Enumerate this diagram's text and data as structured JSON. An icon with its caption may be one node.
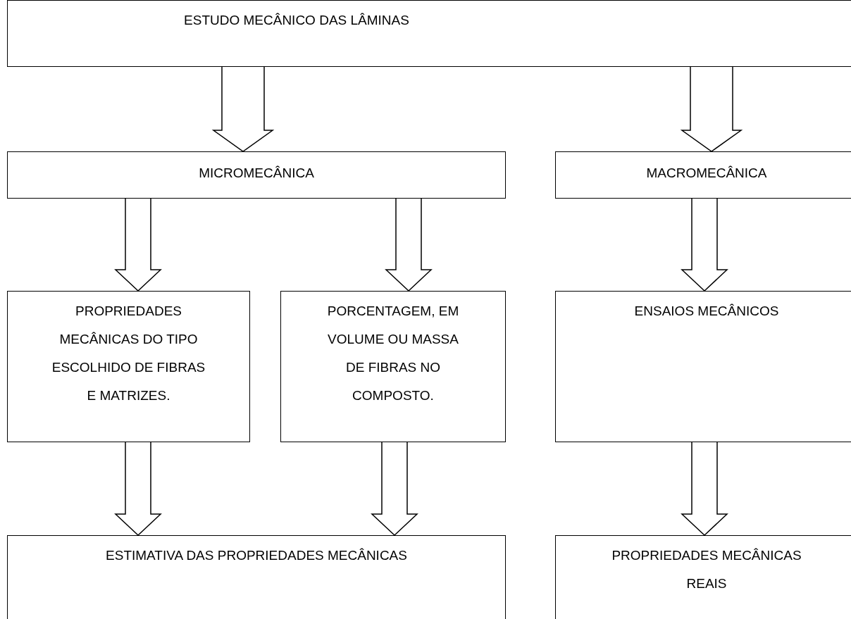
{
  "diagram": {
    "nodes": [
      {
        "text": [
          "ESTUDO MECÂNICO DAS LÂMINAS"
        ]
      },
      {
        "text": [
          "MICROMECÂNICA"
        ]
      },
      {
        "text": [
          "MACROMECÂNICA"
        ]
      },
      {
        "text": [
          "PROPRIEDADES MECÂNICAS DO TIPO ESCOLHIDO DE FIBRAS E MATRIZES."
        ]
      },
      {
        "text": [
          "PORCENTAGEM, EM VOLUME OU MASSA DE FIBRAS NO COMPOSTO."
        ]
      },
      {
        "text": [
          "ENSAIOS MECÂNICOS"
        ]
      },
      {
        "text": [
          "ESTIMATIVA DAS PROPRIEDADES MECÂNICAS"
        ]
      },
      {
        "text": [
          "PROPRIEDADES MECÂNICAS REAIS"
        ]
      }
    ],
    "edges": [
      {
        "from": 0,
        "to": 1,
        "arrow": "to"
      },
      {
        "from": 0,
        "to": 2,
        "arrow": "to"
      },
      {
        "from": 1,
        "to": 3,
        "arrow": "to"
      },
      {
        "from": 1,
        "to": 4,
        "arrow": "to"
      },
      {
        "from": 2,
        "to": 5,
        "arrow": "to"
      },
      {
        "from": 3,
        "to": 6,
        "arrow": "to"
      },
      {
        "from": 4,
        "to": 6,
        "arrow": "to"
      },
      {
        "from": 5,
        "to": 7,
        "arrow": "to"
      }
    ]
  }
}
